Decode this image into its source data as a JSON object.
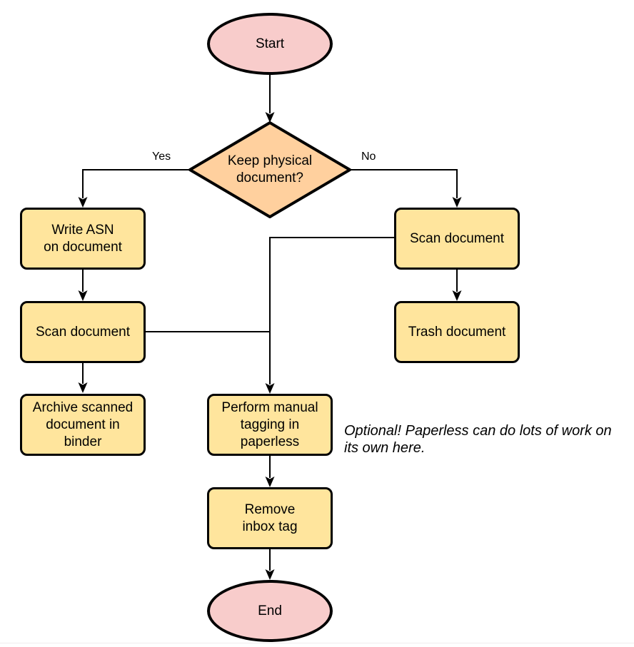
{
  "nodes": {
    "start": {
      "type": "terminator",
      "lines": [
        "Start"
      ]
    },
    "decision": {
      "type": "decision",
      "lines": [
        "Keep physical",
        "document?"
      ]
    },
    "write_asn": {
      "type": "process",
      "lines": [
        "Write ASN",
        "on document"
      ]
    },
    "scan_left": {
      "type": "process",
      "lines": [
        "Scan document"
      ]
    },
    "archive_binder": {
      "type": "process",
      "lines": [
        "Archive scanned",
        "document in",
        "binder"
      ]
    },
    "scan_right": {
      "type": "process",
      "lines": [
        "Scan document"
      ]
    },
    "trash_document": {
      "type": "process",
      "lines": [
        "Trash document"
      ]
    },
    "manual_tagging": {
      "type": "process",
      "lines": [
        "Perform manual",
        "tagging in",
        "paperless"
      ]
    },
    "remove_inbox_tag": {
      "type": "process",
      "lines": [
        "Remove",
        "inbox tag"
      ]
    },
    "end": {
      "type": "terminator",
      "lines": [
        "End"
      ]
    }
  },
  "edge_labels": {
    "yes": "Yes",
    "no": "No"
  },
  "annotation": {
    "lines": [
      "Optional! Paperless can do lots of work on",
      "its own here."
    ]
  },
  "colors": {
    "terminator_fill": "#f8cccb",
    "decision_fill": "#ffd09e",
    "process_fill": "#ffe59d",
    "stroke": "#000000"
  }
}
